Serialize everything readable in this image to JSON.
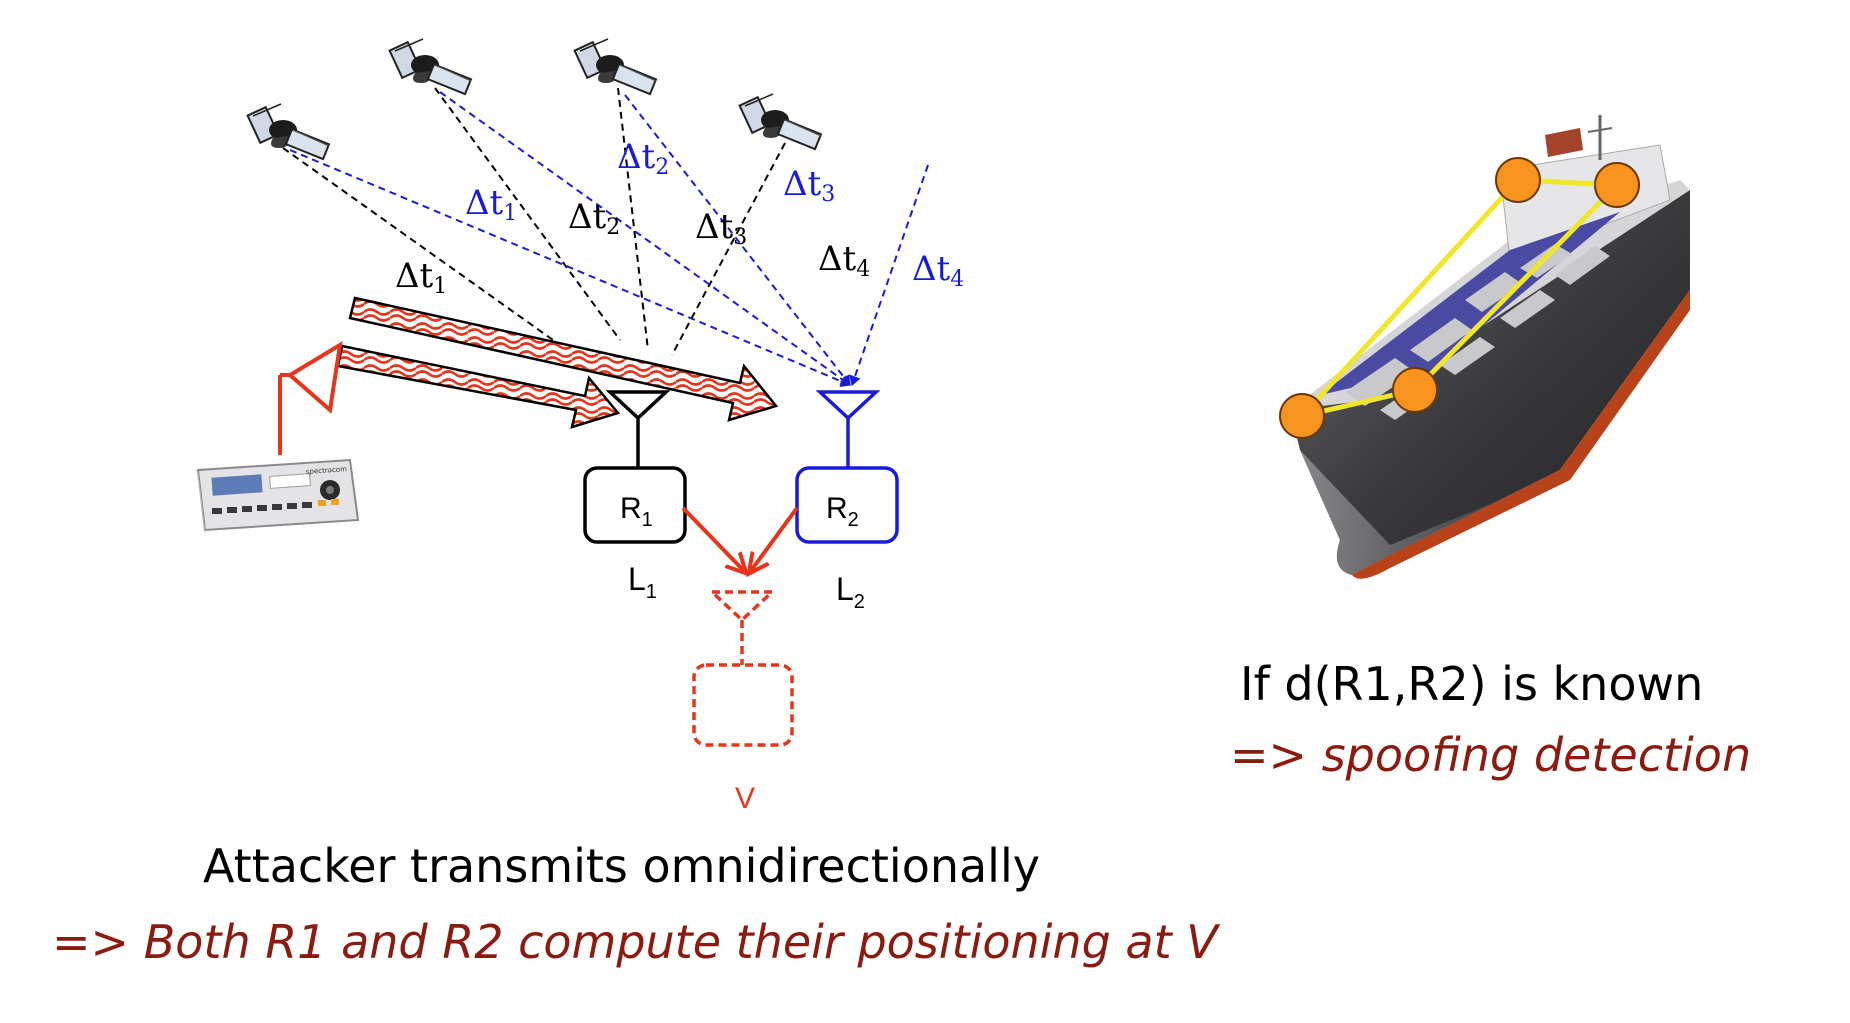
{
  "satellite_labels": {
    "black": [
      "Δt",
      "Δt",
      "Δt",
      "Δt"
    ],
    "blue": [
      "Δt",
      "Δt",
      "Δt",
      "Δt"
    ],
    "black_subs": [
      "1",
      "2",
      "3",
      "4"
    ],
    "blue_subs": [
      "1",
      "2",
      "3",
      "4"
    ]
  },
  "receivers": {
    "r1": {
      "name": "R",
      "sub": "1",
      "loc": "L",
      "loc_sub": "1"
    },
    "r2": {
      "name": "R",
      "sub": "2",
      "loc": "L",
      "loc_sub": "2"
    },
    "v": {
      "label": "V"
    }
  },
  "generator": {
    "brand": "spectracom"
  },
  "captions": {
    "left_main": "Attacker transmits omnidirectionally",
    "left_sub": "=> Both R1 and R2 compute their positioning at V",
    "right_main": "If d(R1,R2) is known",
    "right_sub": "=> spoofing detection"
  },
  "colors": {
    "black_path": "#000000",
    "blue_path": "#1a1adc",
    "attack": "#e8341c",
    "caption_red": "#8b1a10",
    "node_orange": "#f7931e",
    "hull_dark": "#3a3a3c",
    "container_purple": "#4b4aa3"
  },
  "icons": [
    "satellite-icon",
    "signal-generator-icon",
    "antenna-icon",
    "container-ship-icon"
  ]
}
